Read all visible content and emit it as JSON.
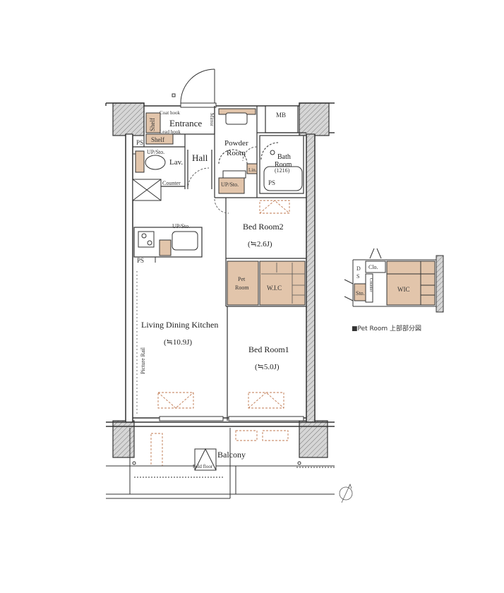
{
  "rooms": {
    "entrance": "Entrance",
    "coat_hook": "Coat hook",
    "mirror": "Mirror",
    "shelf_top": "Shelf",
    "shelf": "Shelf",
    "lead_hook": "Lead hook",
    "mb": "MB",
    "ps_upper_left": "PS",
    "up_sto_lav": "UP/Sto.",
    "lav": "Lav.",
    "counter": "Counter",
    "hall": "Hall",
    "powder_line1": "Powder",
    "powder_line2": "Room",
    "up_sto_powder": "UP/Sto.",
    "lin": "Lin.",
    "bath_line1": "Bath",
    "bath_line2": "Room",
    "bath_size": "(1216)",
    "ps_bath": "PS",
    "bedroom2": "Bed Room2",
    "bedroom2_size": "(≒2.6J)",
    "up_sto_kitchen": "UP/Sto.",
    "ps_kitchen": "PS",
    "pet_line1": "Pet",
    "pet_line2": "Room",
    "wic": "W.I.C",
    "ldk": "Living Dining Kitchen",
    "ldk_size": "(≒10.9J)",
    "picture_rail": "Picture Rail",
    "bedroom1": "Bed Room1",
    "bedroom1_size": "(≒5.0J)",
    "balcony": "Balcony",
    "fold_floor": "Fold floor"
  },
  "inset": {
    "ds_d": "D",
    "ds_s": "S",
    "clo": "Clo.",
    "sto": "Sto.",
    "counter": "Counter",
    "wic": "WIC",
    "caption": "■Pet Room 上部部分図"
  },
  "colors": {
    "wall": "#3a3a3a",
    "hatch_fill": "#d9d9d9",
    "storage_fill": "#e2c5ab",
    "line": "#333333"
  },
  "icons": [
    "compass-icon"
  ]
}
